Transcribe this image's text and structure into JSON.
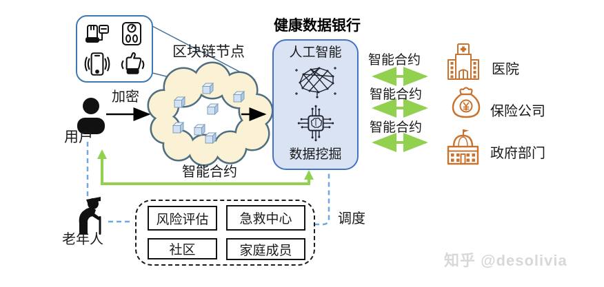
{
  "title": "健康数据银行",
  "devices": {
    "icons": [
      "blood-pressure-monitor",
      "weight-scale",
      "smartphone",
      "smartwatch"
    ]
  },
  "blockchain": {
    "node_label": "区块链节点",
    "smart_contract_label": "智能合约"
  },
  "user": {
    "label": "用户",
    "encrypt_label": "加密"
  },
  "databank": {
    "ai_label": "人工智能",
    "mining_label": "数据挖掘"
  },
  "partners": [
    {
      "name": "医院",
      "contract_label": "智能合约",
      "icon": "hospital-icon"
    },
    {
      "name": "保险公司",
      "contract_label": "智能合约",
      "icon": "money-bag-icon"
    },
    {
      "name": "政府部门",
      "contract_label": "智能合约",
      "icon": "government-icon"
    }
  ],
  "dispatch_label": "调度",
  "elderly_label": "老年人",
  "care_group": {
    "items": [
      "风险评估",
      "急救中心",
      "社区",
      "家庭成员"
    ]
  },
  "watermark": "知乎 @desolivia",
  "colors": {
    "green": "#92D050",
    "orange": "#C9722E",
    "cloud_fill": "#FBF2D5",
    "cloud_stroke": "#4F6E80",
    "bank_fill": "#DAE3F3",
    "bank_stroke": "#4472C4",
    "dashed_blue": "#70A7DC",
    "cube_fill": "#D2E2F4"
  }
}
